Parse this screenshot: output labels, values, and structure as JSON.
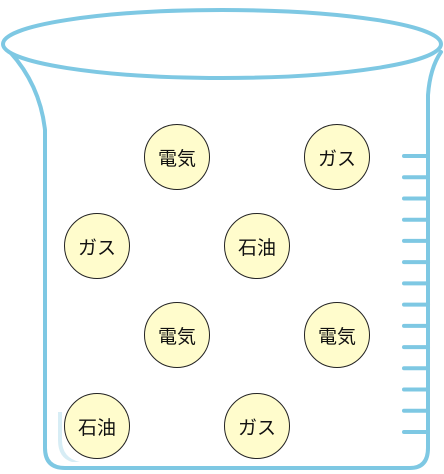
{
  "colors": {
    "beaker_outline": "#7ec8e3",
    "beaker_inner_shadow": "#d7edf5",
    "ball_fill": "#fffccc",
    "ball_outline": "#222222"
  },
  "beaker": {
    "graduation_count": 14
  },
  "balls": [
    {
      "label": "電気"
    },
    {
      "label": "ガス"
    },
    {
      "label": "ガス"
    },
    {
      "label": "石油"
    },
    {
      "label": "電気"
    },
    {
      "label": "電気"
    },
    {
      "label": "石油"
    },
    {
      "label": "ガス"
    }
  ]
}
